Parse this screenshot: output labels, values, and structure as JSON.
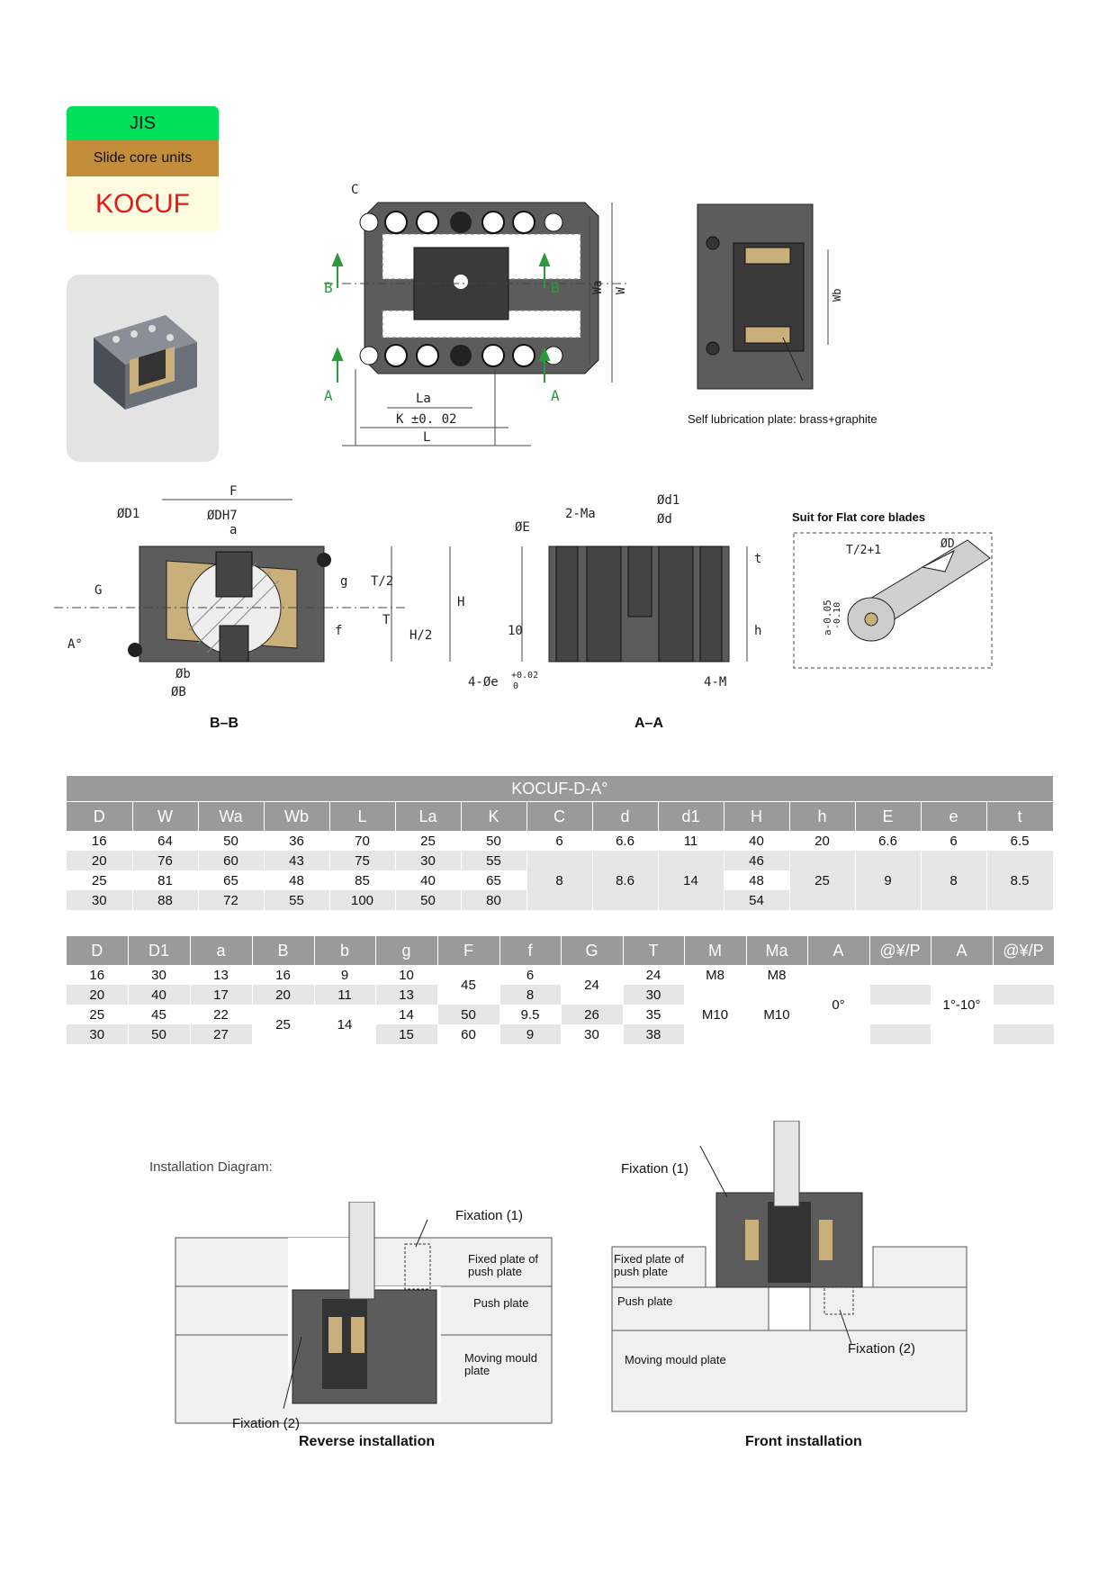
{
  "header": {
    "standard": "JIS",
    "category": "Slide core units",
    "code": "KOCUF"
  },
  "drawing_top": {
    "labels": [
      "C",
      "B",
      "B",
      "A",
      "A",
      "Wa",
      "W",
      "La",
      "K ±0. 02",
      "L",
      "Wb"
    ],
    "note": "Self lubrication plate: brass+graphite"
  },
  "section_bb": {
    "labels": [
      "F",
      "ØD1",
      "ØDH7",
      "a",
      "G",
      "A°",
      "g",
      "T/2",
      "T",
      "H/2",
      "H",
      "f",
      "Øb",
      "ØB"
    ],
    "title": "B–B"
  },
  "section_aa": {
    "labels": [
      "2-Ma",
      "Ød1",
      "ØE",
      "Ød",
      "t",
      "10",
      "h",
      "4-Øe",
      "+0.02",
      "0",
      "4-M"
    ],
    "title": "A–A"
  },
  "flat_core": {
    "title": "Suit for Flat core blades",
    "labels": [
      "T/2+1",
      "ØD",
      "a-0.05",
      "-0.10"
    ]
  },
  "table1": {
    "title": "KOCUF-D-A°",
    "headers": [
      "D",
      "W",
      "Wa",
      "Wb",
      "L",
      "La",
      "K",
      "C",
      "d",
      "d1",
      "H",
      "h",
      "E",
      "e",
      "t"
    ],
    "rows": [
      [
        "16",
        "64",
        "50",
        "36",
        "70",
        "25",
        "50",
        "6",
        "6.6",
        "11",
        "40",
        "20",
        "6.6",
        "6",
        "6.5"
      ],
      [
        "20",
        "76",
        "60",
        "43",
        "75",
        "30",
        "55",
        "",
        "",
        "",
        "46",
        "",
        "",
        "",
        ""
      ],
      [
        "25",
        "81",
        "65",
        "48",
        "85",
        "40",
        "65",
        "8",
        "8.6",
        "14",
        "48",
        "25",
        "9",
        "8",
        "8.5"
      ],
      [
        "30",
        "88",
        "72",
        "55",
        "100",
        "50",
        "80",
        "",
        "",
        "",
        "54",
        "",
        "",
        "",
        ""
      ]
    ]
  },
  "table2": {
    "headers": [
      "D",
      "D1",
      "a",
      "B",
      "b",
      "g",
      "F",
      "f",
      "G",
      "T",
      "M",
      "Ma",
      "A",
      "@¥/P",
      "A",
      "@¥/P"
    ],
    "rows": [
      [
        "16",
        "30",
        "13",
        "16",
        "9",
        "10",
        "45",
        "6",
        "24",
        "24",
        "M8",
        "M8",
        "0°",
        "",
        "1°-10°",
        ""
      ],
      [
        "20",
        "40",
        "17",
        "20",
        "11",
        "13",
        "",
        "8",
        "",
        "30",
        "M10",
        "M10",
        "",
        "",
        "",
        ""
      ],
      [
        "25",
        "45",
        "22",
        "25",
        "14",
        "14",
        "50",
        "9.5",
        "26",
        "35",
        "",
        "",
        "",
        "",
        "",
        ""
      ],
      [
        "30",
        "50",
        "27",
        "",
        "",
        "15",
        "60",
        "9",
        "30",
        "38",
        "",
        "",
        "",
        "",
        "",
        ""
      ]
    ]
  },
  "installation": {
    "title": "Installation Diagram:",
    "reverse": {
      "caption": "Reverse installation",
      "fix1": "Fixation (1)",
      "fix2": "Fixation (2)",
      "plate1": "Fixed plate of push plate",
      "plate2": "Push plate",
      "plate3": "Moving mould plate"
    },
    "front": {
      "caption": "Front installation",
      "fix1": "Fixation (1)",
      "fix2": "Fixation (2)",
      "plate1": "Fixed plate of push plate",
      "plate2": "Push plate",
      "plate3": "Moving mould plate"
    }
  },
  "colors": {
    "jis_green": "#00e05a",
    "category_brown": "#c38d3c",
    "code_red": "#e11a1a",
    "code_bg": "#fffbe0",
    "body_grey": "#5c5c5c",
    "brass": "#c9b07a",
    "arrow_green": "#2a9a3a",
    "table_header": "#9a9a9a"
  }
}
